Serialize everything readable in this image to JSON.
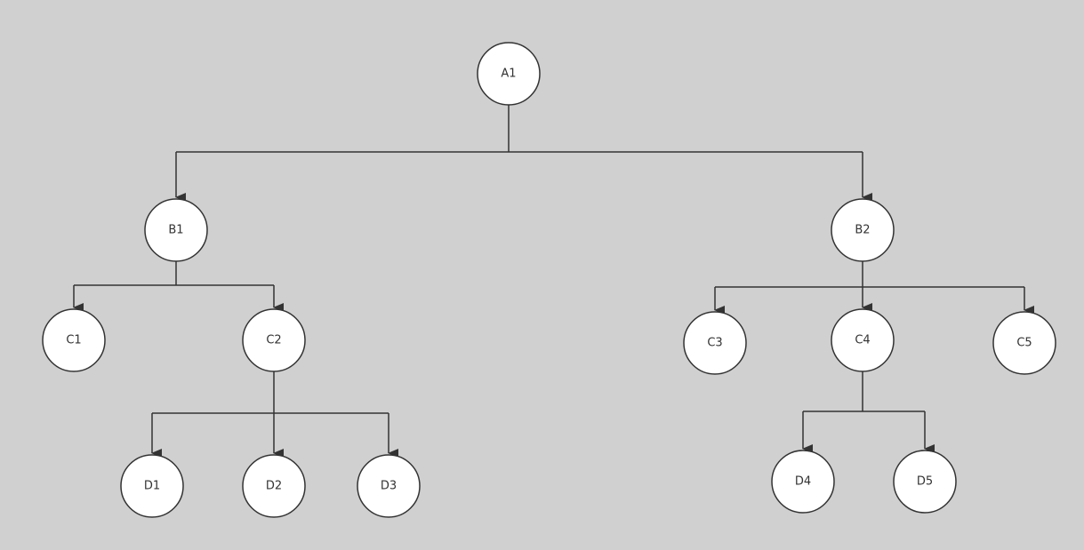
{
  "colors": {
    "background": "#d0d0d0",
    "node_fill": "#ffffff",
    "stroke": "#333333"
  },
  "nodes": {
    "A1": "A1",
    "B1": "B1",
    "B2": "B2",
    "C1": "C1",
    "C2": "C2",
    "C3": "C3",
    "C4": "C4",
    "C5": "C5",
    "D1": "D1",
    "D2": "D2",
    "D3": "D3",
    "D4": "D4",
    "D5": "D5"
  },
  "edges": [
    [
      "A1",
      "B1"
    ],
    [
      "A1",
      "B2"
    ],
    [
      "B1",
      "C1"
    ],
    [
      "B1",
      "C2"
    ],
    [
      "C2",
      "D1"
    ],
    [
      "C2",
      "D2"
    ],
    [
      "C2",
      "D3"
    ],
    [
      "B2",
      "C3"
    ],
    [
      "B2",
      "C4"
    ],
    [
      "B2",
      "C5"
    ],
    [
      "C4",
      "D4"
    ],
    [
      "C4",
      "D5"
    ]
  ]
}
